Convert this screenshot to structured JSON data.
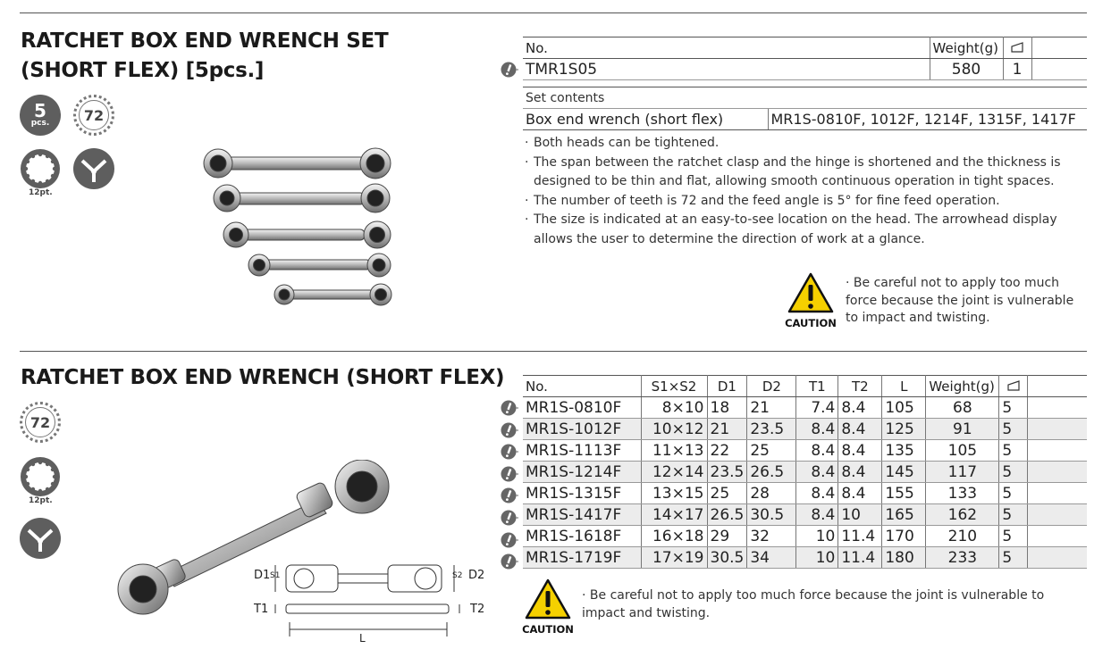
{
  "set": {
    "title_line1": "RATCHET BOX END WRENCH SET",
    "title_line2": "(SHORT FLEX) [5pcs.]",
    "badge_pcs_num": "5",
    "badge_pcs_unit": "pcs.",
    "badge_teeth": "72",
    "badge_pt_caption": "12pt.",
    "table_header": {
      "no": "No.",
      "weight": "Weight(g)"
    },
    "row": {
      "no": "TMR1S05",
      "weight": "580",
      "qty": "1"
    },
    "contents_header": "Set contents",
    "contents_label": "Box end wrench (short flex)",
    "contents_value": "MR1S-0810F, 1012F, 1214F, 1315F, 1417F",
    "notes": [
      "Both heads can be tightened.",
      "The span between the ratchet clasp and the hinge is shortened and the thickness is designed to be thin and flat, allowing smooth continuous operation in tight spaces.",
      "The number of teeth is 72 and the feed angle is 5° for fine feed operation.",
      "The size is indicated at an easy-to-see location on the head. The arrowhead display allows the user to determine the direction of work at a glance."
    ],
    "caution_label": "CAUTION",
    "caution_text": "· Be careful not to apply too much force because the joint is vulnerable to impact and twisting."
  },
  "single": {
    "title": "RATCHET BOX END WRENCH (SHORT FLEX)",
    "badge_teeth": "72",
    "badge_pt_caption": "12pt.",
    "headers": [
      "No.",
      "S1×S2",
      "D1",
      "D2",
      "T1",
      "T2",
      "L",
      "Weight(g)"
    ],
    "rows": [
      [
        "MR1S-0810F",
        "8×10",
        "18",
        "21",
        "7.4",
        "8.4",
        "105",
        "68",
        "5"
      ],
      [
        "MR1S-1012F",
        "10×12",
        "21",
        "23.5",
        "8.4",
        "8.4",
        "125",
        "91",
        "5"
      ],
      [
        "MR1S-1113F",
        "11×13",
        "22",
        "25",
        "8.4",
        "8.4",
        "135",
        "105",
        "5"
      ],
      [
        "MR1S-1214F",
        "12×14",
        "23.5",
        "26.5",
        "8.4",
        "8.4",
        "145",
        "117",
        "5"
      ],
      [
        "MR1S-1315F",
        "13×15",
        "25",
        "28",
        "8.4",
        "8.4",
        "155",
        "133",
        "5"
      ],
      [
        "MR1S-1417F",
        "14×17",
        "26.5",
        "30.5",
        "8.4",
        "10",
        "165",
        "162",
        "5"
      ],
      [
        "MR1S-1618F",
        "16×18",
        "29",
        "32",
        "10",
        "11.4",
        "170",
        "210",
        "5"
      ],
      [
        "MR1S-1719F",
        "17×19",
        "30.5",
        "34",
        "10",
        "11.4",
        "180",
        "233",
        "5"
      ]
    ],
    "dims": {
      "d1": "D1",
      "s1": "S1",
      "s2": "S2",
      "d2": "D2",
      "t1": "T1",
      "t2": "T2",
      "l": "L"
    },
    "caution_label": "CAUTION",
    "caution_text": "· Be careful not to apply too much force because the joint is vulnerable to impact and twisting."
  },
  "icons": [
    "pcs-badge-icon",
    "teeth-72-icon",
    "12pt-socket-icon",
    "flex-head-icon",
    "attention-mark-icon",
    "caution-triangle-icon",
    "package-qty-icon"
  ],
  "colors": {
    "badge": "#5e5e5e",
    "caution_yellow": "#f5d000",
    "alt_row": "#ececec"
  }
}
